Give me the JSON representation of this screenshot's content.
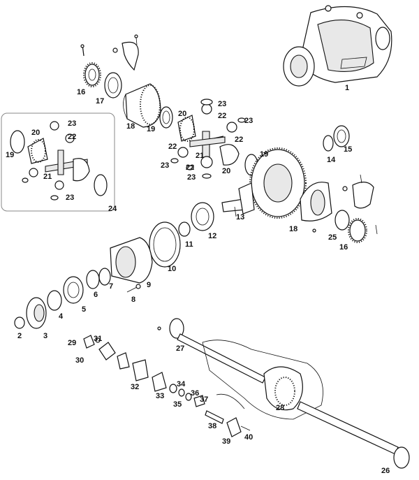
{
  "labels": {
    "l1": "1",
    "l2": "2",
    "l3": "3",
    "l4": "4",
    "l5": "5",
    "l6": "6",
    "l7": "7",
    "l8": "8",
    "l9": "9",
    "l10": "10",
    "l11": "11",
    "l12": "12",
    "l13": "13",
    "l14": "14",
    "l15": "15",
    "l16a": "16",
    "l16b": "16",
    "l17": "17",
    "l18a": "18",
    "l18b": "18",
    "l19a": "19",
    "l19b": "19",
    "l19c": "19",
    "l20a": "20",
    "l20b": "20",
    "l20c": "20",
    "l21a": "21",
    "l21b": "21",
    "l22a": "22",
    "l22b": "22",
    "l22c": "22",
    "l22d": "22",
    "l22e": "22",
    "l23a": "23",
    "l23b": "23",
    "l23c": "23",
    "l23d": "23",
    "l23e": "23",
    "l23f": "23",
    "l24": "24",
    "l25": "25",
    "l26": "26",
    "l27": "27",
    "l28": "28",
    "l29": "29",
    "l30": "30",
    "l31": "31",
    "l32": "32",
    "l33": "33",
    "l34": "34",
    "l35": "35",
    "l36": "36",
    "l37": "37",
    "l38": "38",
    "l39": "39",
    "l40": "40"
  }
}
